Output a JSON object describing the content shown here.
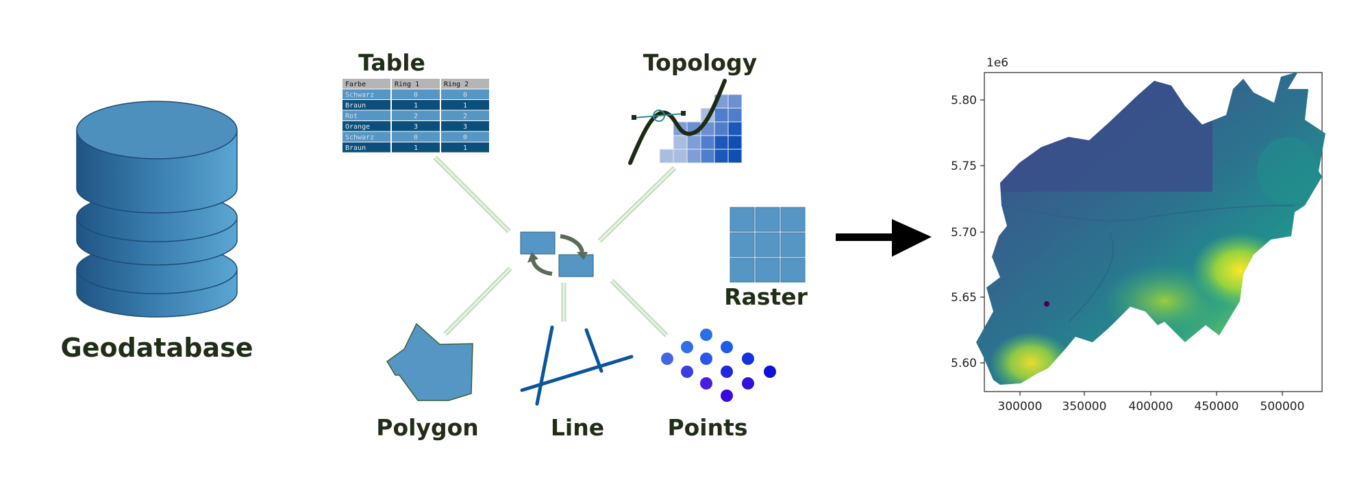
{
  "labels": {
    "geodatabase": "Geodatabase",
    "table": "Table",
    "topology": "Topology",
    "raster": "Raster",
    "polygon": "Polygon",
    "line": "Line",
    "points": "Points"
  },
  "attribute_table": {
    "headers": [
      "Farbe",
      "Ring 1",
      "Ring 2"
    ],
    "rows": [
      [
        "Schwarz",
        "0",
        "0"
      ],
      [
        "Braun",
        "1",
        "1"
      ],
      [
        "Rot",
        "2",
        "2"
      ],
      [
        "Orange",
        "3",
        "3"
      ],
      [
        "Schwarz",
        "0",
        "0"
      ],
      [
        "Braun",
        "1",
        "1"
      ]
    ]
  },
  "map_plot": {
    "exponent_label": "1e6",
    "x_ticks": [
      "300000",
      "350000",
      "400000",
      "450000",
      "500000"
    ],
    "y_ticks": [
      "5.80",
      "5.75",
      "5.70",
      "5.65",
      "5.60"
    ]
  },
  "colors": {
    "cylinder": "#3a7fb0",
    "primitive": "#5596c4",
    "connector": "#d6ead2",
    "label": "#1f2e17",
    "map_low": "#3b528b",
    "map_high": "#fde725"
  }
}
